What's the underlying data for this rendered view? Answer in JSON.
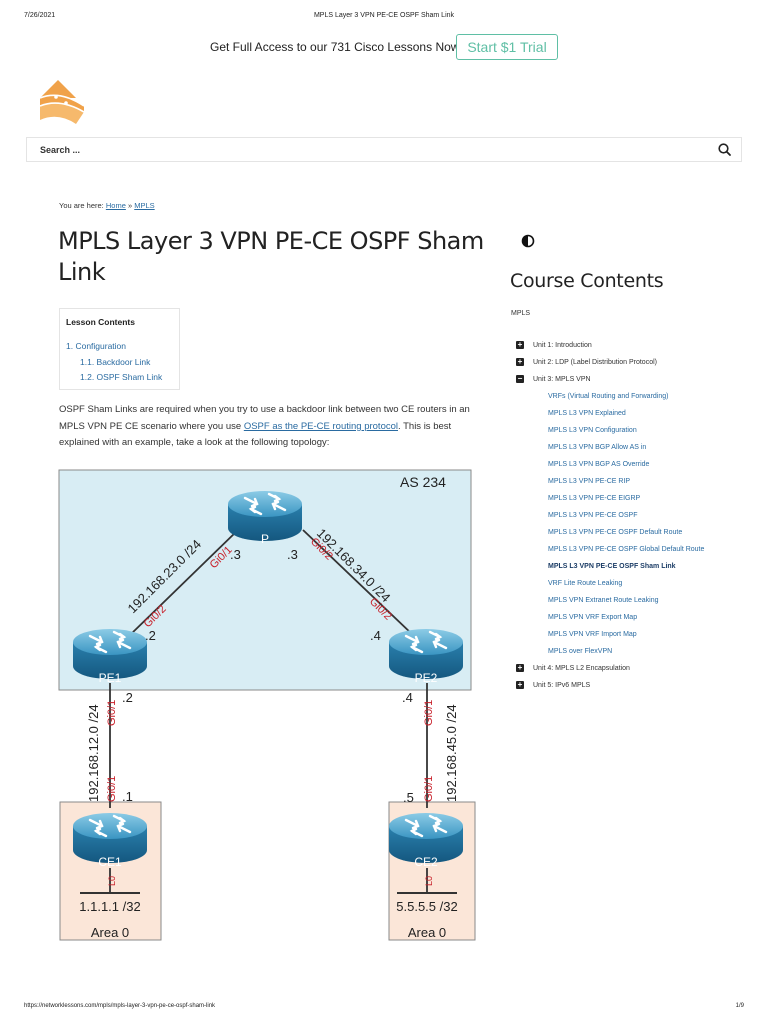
{
  "print": {
    "date": "7/26/2021",
    "title": "MPLS Layer 3 VPN PE-CE OSPF Sham Link",
    "url": "https://networklessons.com/mpls/mpls-layer-3-vpn-pe-ce-ospf-sham-link",
    "page": "1/9"
  },
  "promo": {
    "text": "Get Full Access to our 731 Cisco Lessons Now",
    "button": "Start $1 Trial"
  },
  "search": {
    "placeholder": "Search ..."
  },
  "breadcrumb": {
    "prefix": "You are here:",
    "home": "Home",
    "separator": "»",
    "section": "MPLS"
  },
  "page_title": "MPLS Layer 3 VPN PE-CE OSPF Sham Link",
  "toc": {
    "title": "Lesson Contents",
    "items": [
      "1. Configuration",
      "1.1. Backdoor Link",
      "1.2. OSPF Sham Link"
    ]
  },
  "intro": {
    "part1": "OSPF Sham Links are required when you try to use a backdoor link between two CE routers in an MPLS VPN PE CE scenario where you use ",
    "link": "OSPF as the PE-CE routing protocol",
    "part2": ". This is best explained with an example, take a look at the following topology:"
  },
  "topology": {
    "as_label": "AS 234",
    "routers": {
      "p": "P",
      "pe1": "PE1",
      "pe2": "PE2",
      "ce1": "CE1",
      "ce2": "CE2"
    },
    "subnets": {
      "p_pe1": "192.168.23.0 /24",
      "p_pe2": "192.168.34.0 /24",
      "pe1_ce1": "192.168.12.0 /24",
      "pe2_ce2": "192.168.45.0 /24"
    },
    "interfaces": {
      "p_to_pe1": "Gi0/1",
      "pe1_to_p": "Gi0/2",
      "p_to_pe2": "Gi0/2",
      "pe2_to_p": "Gi0/2",
      "pe1_to_ce1": "Gi0/1",
      "ce1_to_pe1": "Gi0/1",
      "pe2_to_ce2": "Gi0/1",
      "ce2_to_pe2": "Gi0/1",
      "ce1_loop": "L0",
      "ce2_loop": "L0"
    },
    "hosts": {
      "p_left": ".3",
      "p_right": ".3",
      "pe1_up": ".2",
      "pe2_up": ".4",
      "pe1_down": ".2",
      "pe2_down": ".4",
      "ce1": ".1",
      "ce2": ".5"
    },
    "ce1_net": "1.1.1.1 /32",
    "ce2_net": "5.5.5.5 /32",
    "area_left": "Area 0",
    "area_right": "Area 0"
  },
  "sidebar": {
    "title": "Course Contents",
    "course": "MPLS",
    "units_before": [
      {
        "label": "Unit 1: Introduction",
        "state": "+"
      },
      {
        "label": "Unit 2: LDP (Label Distribution Protocol)",
        "state": "+"
      },
      {
        "label": "Unit 3: MPLS VPN",
        "state": "−"
      }
    ],
    "lessons": [
      "VRFs (Virtual Routing and Forwarding)",
      "MPLS L3 VPN Explained",
      "MPLS L3 VPN Configuration",
      "MPLS L3 VPN BGP Allow AS in",
      "MPLS L3 VPN BGP AS Override",
      "MPLS L3 VPN PE-CE RIP",
      "MPLS L3 VPN PE-CE EIGRP",
      "MPLS L3 VPN PE-CE OSPF",
      "MPLS L3 VPN PE-CE OSPF Default Route",
      "MPLS L3 VPN PE-CE OSPF Global Default Route",
      "MPLS L3 VPN PE-CE OSPF Sham Link",
      "VRF Lite Route Leaking",
      "MPLS VPN Extranet Route Leaking",
      "MPLS VPN VRF Export Map",
      "MPLS VPN VRF Import Map",
      "MPLS over FlexVPN"
    ],
    "active_lesson": 10,
    "units_after": [
      {
        "label": "Unit 4: MPLS L2 Encapsulation",
        "state": "+"
      },
      {
        "label": "Unit 5: IPv6 MPLS",
        "state": "+"
      }
    ]
  },
  "colors": {
    "accent": "#5fbfa5",
    "link": "#2a6ba1",
    "as_box": "#d8edf4",
    "area_box": "#fbe6d8",
    "interface_red": "#c8202a",
    "logo": "#f0a24a"
  },
  "icons": {
    "search": "search-icon",
    "theme": "half-circle-icon",
    "logo": "book-logo-icon",
    "expand": "plus-square-icon",
    "collapse": "minus-square-icon"
  }
}
